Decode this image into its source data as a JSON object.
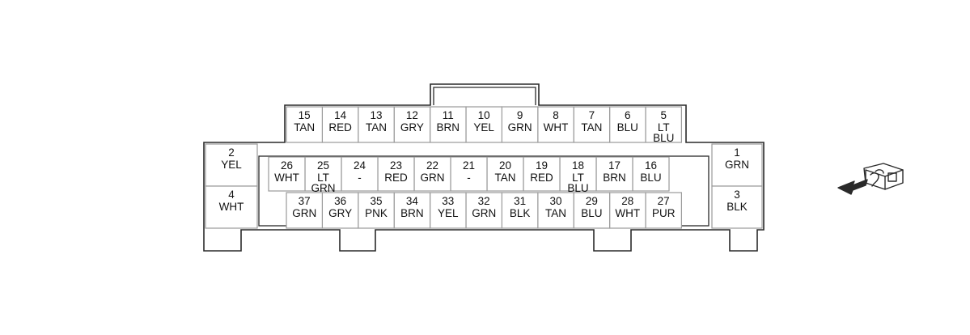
{
  "connector": {
    "pins": [
      {
        "num": "1",
        "color": [
          "GRN"
        ]
      },
      {
        "num": "2",
        "color": [
          "YEL"
        ]
      },
      {
        "num": "3",
        "color": [
          "BLK"
        ]
      },
      {
        "num": "4",
        "color": [
          "WHT"
        ]
      },
      {
        "num": "5",
        "color": [
          "LT",
          "BLU"
        ]
      },
      {
        "num": "6",
        "color": [
          "BLU"
        ]
      },
      {
        "num": "7",
        "color": [
          "TAN"
        ]
      },
      {
        "num": "8",
        "color": [
          "WHT"
        ]
      },
      {
        "num": "9",
        "color": [
          "GRN"
        ]
      },
      {
        "num": "10",
        "color": [
          "YEL"
        ]
      },
      {
        "num": "11",
        "color": [
          "BRN"
        ]
      },
      {
        "num": "12",
        "color": [
          "GRY"
        ]
      },
      {
        "num": "13",
        "color": [
          "TAN"
        ]
      },
      {
        "num": "14",
        "color": [
          "RED"
        ]
      },
      {
        "num": "15",
        "color": [
          "TAN"
        ]
      },
      {
        "num": "16",
        "color": [
          "BLU"
        ]
      },
      {
        "num": "17",
        "color": [
          "BRN"
        ]
      },
      {
        "num": "18",
        "color": [
          "LT",
          "BLU"
        ]
      },
      {
        "num": "19",
        "color": [
          "RED"
        ]
      },
      {
        "num": "20",
        "color": [
          "TAN"
        ]
      },
      {
        "num": "21",
        "color": [
          "-"
        ]
      },
      {
        "num": "22",
        "color": [
          "GRN"
        ]
      },
      {
        "num": "23",
        "color": [
          "RED"
        ]
      },
      {
        "num": "24",
        "color": [
          "-"
        ]
      },
      {
        "num": "25",
        "color": [
          "LT",
          "GRN"
        ]
      },
      {
        "num": "26",
        "color": [
          "WHT"
        ]
      },
      {
        "num": "27",
        "color": [
          "PUR"
        ]
      },
      {
        "num": "28",
        "color": [
          "WHT"
        ]
      },
      {
        "num": "29",
        "color": [
          "BLU"
        ]
      },
      {
        "num": "30",
        "color": [
          "TAN"
        ]
      },
      {
        "num": "31",
        "color": [
          "BLK"
        ]
      },
      {
        "num": "32",
        "color": [
          "GRN"
        ]
      },
      {
        "num": "33",
        "color": [
          "YEL"
        ]
      },
      {
        "num": "34",
        "color": [
          "BRN"
        ]
      },
      {
        "num": "35",
        "color": [
          "PNK"
        ]
      },
      {
        "num": "36",
        "color": [
          "GRY"
        ]
      },
      {
        "num": "37",
        "color": [
          "GRN"
        ]
      }
    ]
  },
  "icons": {
    "view_indicator": "terminal-side-view-icon"
  }
}
